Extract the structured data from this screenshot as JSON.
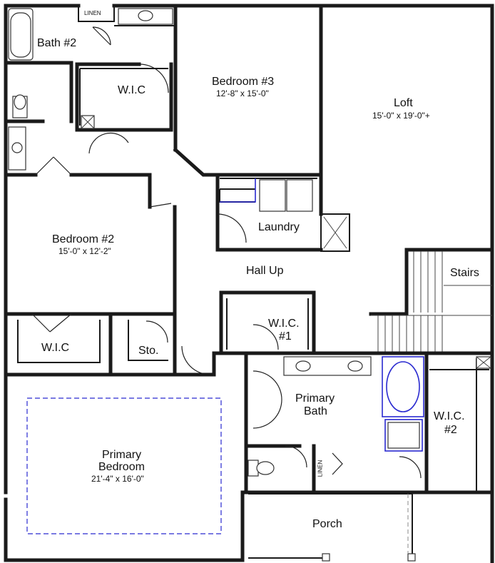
{
  "rooms": {
    "bath2": {
      "name": "Bath #2"
    },
    "linen_top": {
      "name": "LINEN"
    },
    "wic_top": {
      "name": "W.I.C"
    },
    "bedroom3": {
      "name": "Bedroom #3",
      "dims": "12'-8\" x 15'-0\""
    },
    "loft": {
      "name": "Loft",
      "dims": "15'-0\" x 19'-0\"+"
    },
    "bedroom2": {
      "name": "Bedroom #2",
      "dims": "15'-0\" x 12'-2\""
    },
    "laundry": {
      "name": "Laundry"
    },
    "hall": {
      "name": "Hall Up"
    },
    "stairs": {
      "name": "Stairs"
    },
    "wic_bed2": {
      "name": "W.I.C"
    },
    "storage": {
      "name": "Sto."
    },
    "wic1": {
      "line1": "W.I.C.",
      "line2": "#1"
    },
    "primary_bath": {
      "line1": "Primary",
      "line2": "Bath"
    },
    "wic2": {
      "line1": "W.I.C.",
      "line2": "#2"
    },
    "primary_bed": {
      "line1": "Primary",
      "line2": "Bedroom",
      "dims": "21'-4\" x 16'-0\""
    },
    "linen_bottom": {
      "name": "LINEN"
    },
    "porch": {
      "name": "Porch"
    }
  },
  "colors": {
    "wall": "#1a1a1a",
    "fixture_outline": "#2a2ad0",
    "background": "#ffffff"
  }
}
